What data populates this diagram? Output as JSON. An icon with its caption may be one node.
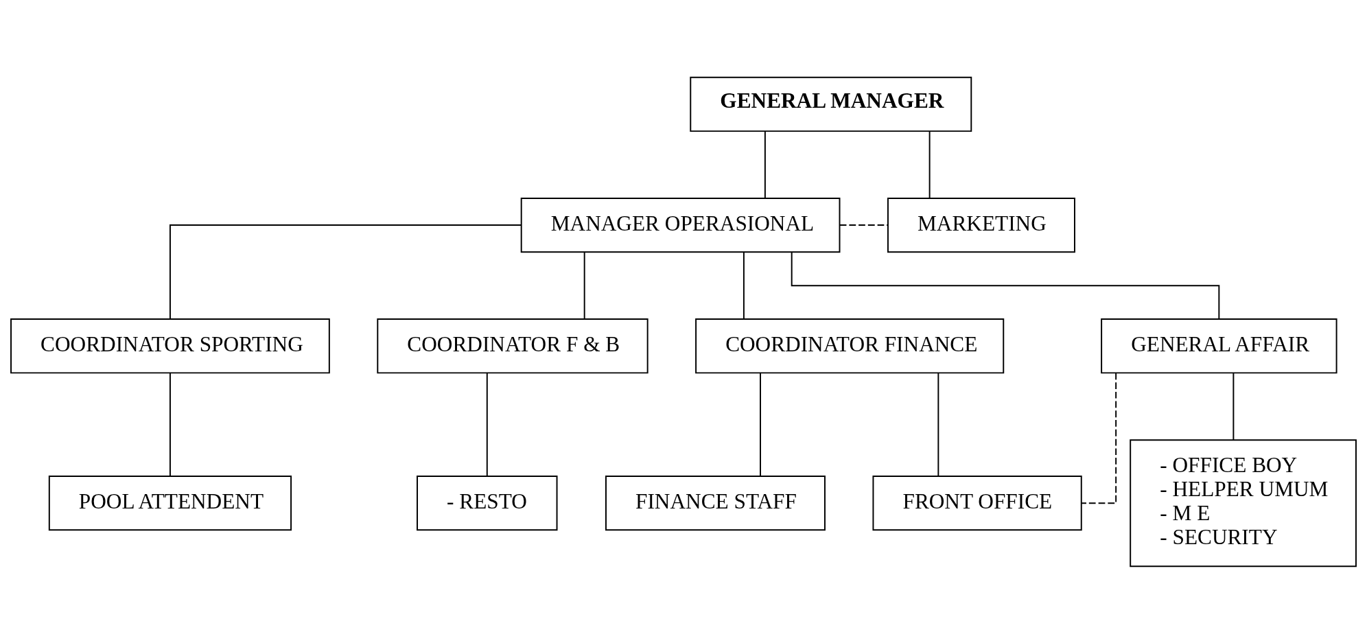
{
  "diagram": {
    "nodes": [
      {
        "text": [
          "GENERAL MANAGER"
        ]
      },
      {
        "text": [
          "MANAGER OPERASIONAL"
        ]
      },
      {
        "text": [
          "MARKETING"
        ]
      },
      {
        "text": [
          "COORDINATOR SPORTING"
        ]
      },
      {
        "text": [
          "COORDINATOR F & B"
        ]
      },
      {
        "text": [
          "COORDINATOR FINANCE"
        ]
      },
      {
        "text": [
          "GENERAL AFFAIR"
        ]
      },
      {
        "text": [
          "POOL ATTENDENT"
        ]
      },
      {
        "text": [
          "- RESTO"
        ]
      },
      {
        "text": [
          "FINANCE STAFF"
        ]
      },
      {
        "text": [
          "FRONT OFFICE"
        ]
      },
      {
        "text": [
          "- OFFICE BOY",
          "- HELPER UMUM",
          "- M E",
          "- SECURITY"
        ]
      }
    ],
    "edges": [
      {
        "from": 0,
        "to": 1,
        "arrow": "none"
      },
      {
        "from": 0,
        "to": 2,
        "arrow": "none"
      },
      {
        "from": 1,
        "to": 2,
        "arrow": "none",
        "style": "dashed"
      },
      {
        "from": 1,
        "to": 3,
        "arrow": "none"
      },
      {
        "from": 1,
        "to": 4,
        "arrow": "none"
      },
      {
        "from": 1,
        "to": 5,
        "arrow": "none"
      },
      {
        "from": 1,
        "to": 6,
        "arrow": "none"
      },
      {
        "from": 3,
        "to": 7,
        "arrow": "none"
      },
      {
        "from": 4,
        "to": 8,
        "arrow": "none"
      },
      {
        "from": 5,
        "to": 9,
        "arrow": "none"
      },
      {
        "from": 5,
        "to": 10,
        "arrow": "none"
      },
      {
        "from": 6,
        "to": 10,
        "arrow": "none",
        "style": "dashed"
      },
      {
        "from": 6,
        "to": 11,
        "arrow": "none"
      }
    ]
  }
}
